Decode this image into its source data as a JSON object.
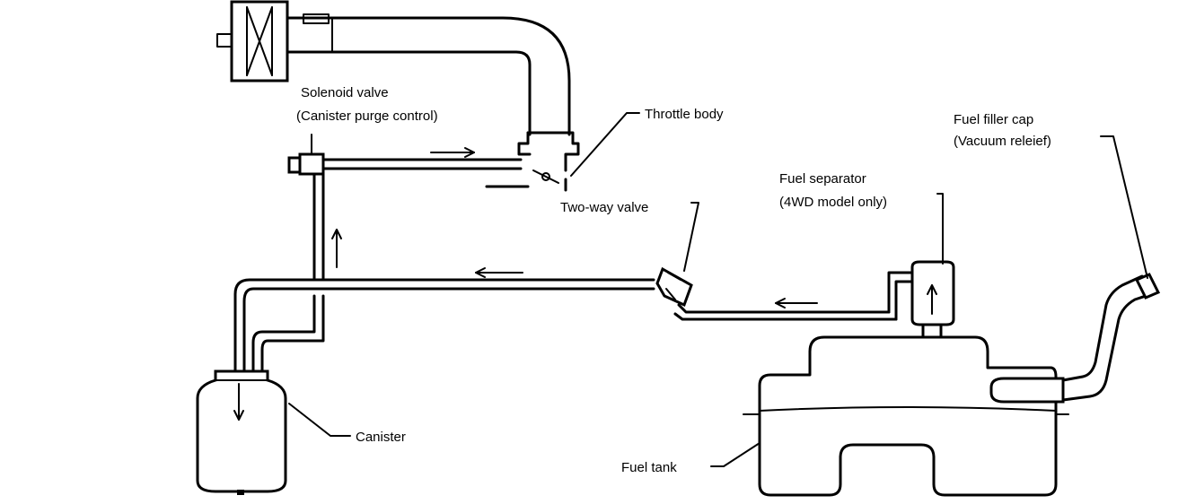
{
  "labels": {
    "solenoid_line1": "Solenoid valve",
    "solenoid_line2": "(Canister purge control)",
    "throttle_body": "Throttle body",
    "fuel_filler_line1": "Fuel filler cap",
    "fuel_filler_line2": "(Vacuum releief)",
    "fuel_separator_line1": "Fuel separator",
    "fuel_separator_line2": "(4WD model only)",
    "two_way_valve": "Two-way valve",
    "canister": "Canister",
    "fuel_tank": "Fuel tank"
  }
}
